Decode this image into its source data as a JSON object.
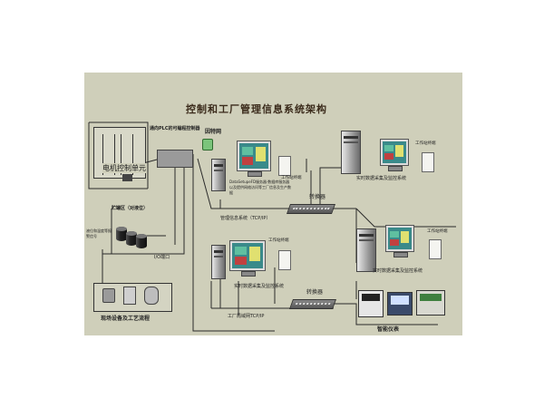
{
  "diagram": {
    "title": "控制和工厂管理信息系统架构",
    "labels": {
      "internet": "因特网",
      "gateway": "通向PLC的可编程控制器",
      "motor_unit": "电机控制单元",
      "storage_area": "贮罐区（对液位）",
      "storage_desc": "液位和温度等报警信号",
      "io_port": "I/O端口",
      "field_equipment": "现场设备及工艺流程",
      "printer_top_center": "工作站终端",
      "printer_top_right": "工作站终端",
      "printer_mid_right": "工作站终端",
      "printer_bottom_center": "工作站终端",
      "mgmt_server_desc": "DataSetupeFD服务器·数据库服务器以及提供网络访问等工厂信息及生产数据",
      "switch_top": "转换器",
      "switch_bottom": "转换器",
      "mgmt_network": "管理信息系统（TCP/IP）",
      "realtime_top_right": "实时数据采集及监控系统",
      "realtime_mid_right": "实时数据采集及监控系统",
      "realtime_center": "实时数据采集及监控系统",
      "field_network": "工厂局域网TCP/IP",
      "smart_instruments": "智能仪表"
    },
    "colors": {
      "background": "#cfcfba",
      "wire": "#2b2b2b",
      "screen": "#3a8a8a",
      "globe": "#7bc47b"
    }
  }
}
